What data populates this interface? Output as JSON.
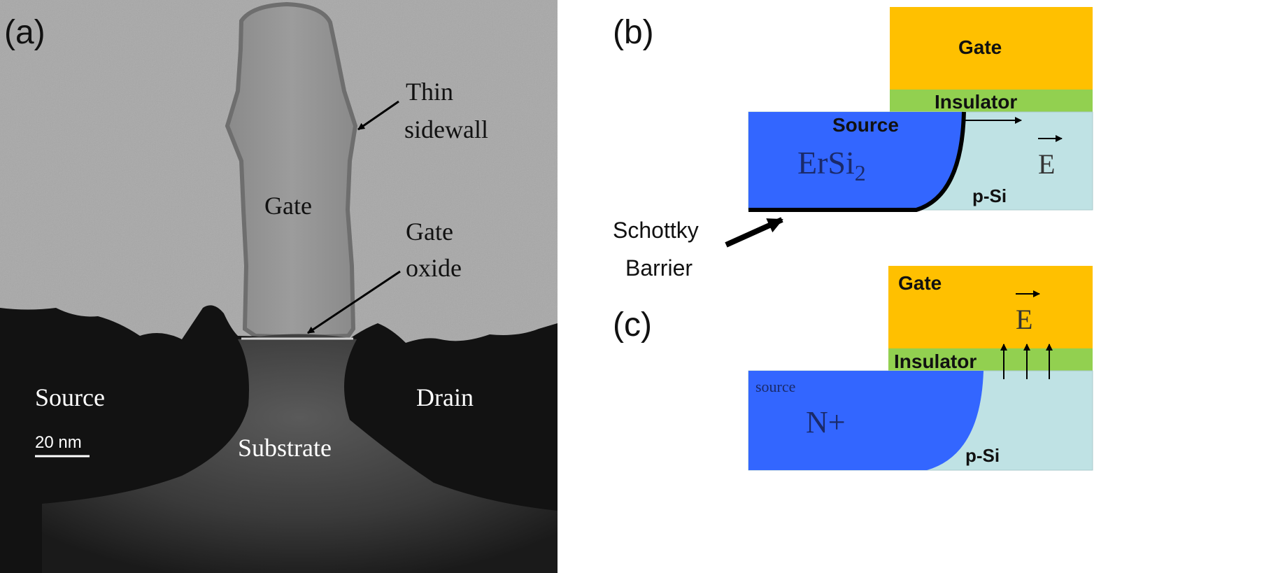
{
  "panel_a": {
    "label": "(a)",
    "gate": "Gate",
    "thin_sidewall_line1": "Thin",
    "thin_sidewall_line2": "sidewall",
    "gate_oxide_line1": "Gate",
    "gate_oxide_line2": "oxide",
    "source": "Source",
    "drain": "Drain",
    "substrate": "Substrate",
    "scale_bar": "20 nm"
  },
  "panel_b": {
    "label": "(b)",
    "gate": "Gate",
    "insulator": "Insulator",
    "source": "Source",
    "material_main": "ErSi",
    "material_sub": "2",
    "field": "E",
    "region": "p-Si",
    "callout_line1": "Schottky",
    "callout_line2": "Barrier"
  },
  "panel_c": {
    "label": "(c)",
    "gate": "Gate",
    "insulator": "Insulator",
    "source": "source",
    "material": "N+",
    "field": "E",
    "region": "p-Si"
  },
  "colors": {
    "gate": "#FFC000",
    "insulator": "#92D050",
    "source": "#3366FF",
    "p_si": "#BFE2E4",
    "tem_background": "#A9A9A9",
    "tem_dark": "#151515"
  }
}
